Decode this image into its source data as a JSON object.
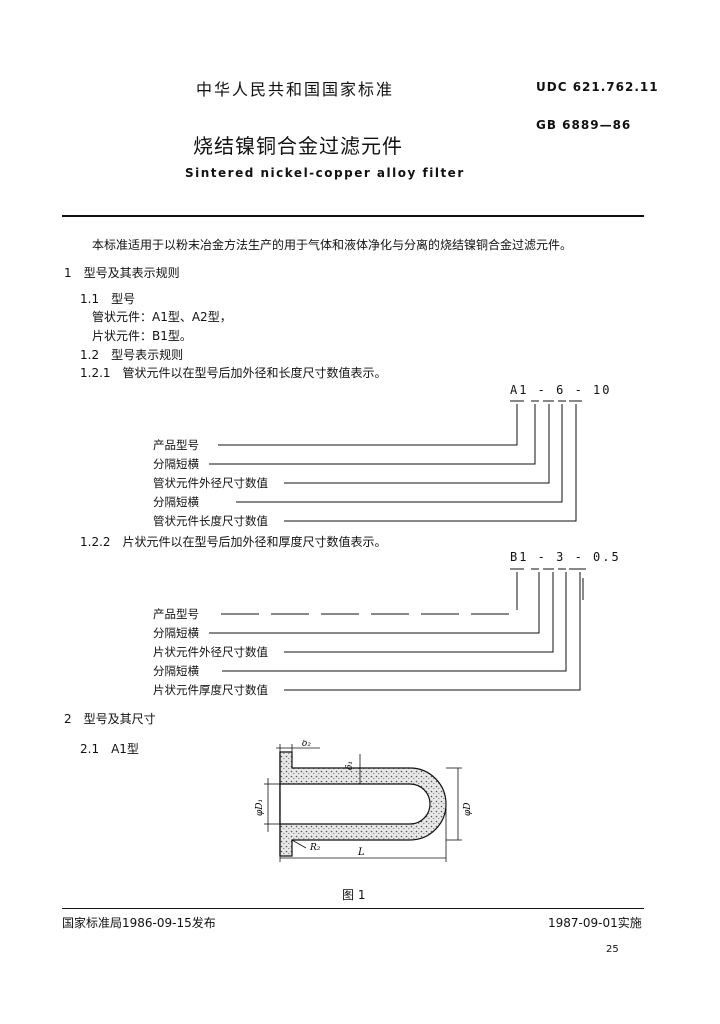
{
  "header": {
    "standard_org": "中华人民共和国国家标准",
    "udc": "UDC 621.762.11",
    "gb": "GB 6889—86",
    "title_cn": "烧结镍铜合金过滤元件",
    "title_en": "Sintered nickel-copper alloy filter"
  },
  "intro": "本标准适用于以粉末冶金方法生产的用于气体和液体净化与分离的烧结镍铜合金过滤元件。",
  "sections": {
    "s1": "1　型号及其表示规则",
    "s1_1": "1.1　型号",
    "s1_1_a": "管状元件：A1型、A2型，",
    "s1_1_b": "片状元件：B1型。",
    "s1_2": "1.2　型号表示规则",
    "s1_2_1": "1.2.1　管状元件以在型号后加外径和长度尺寸数值表示。",
    "s1_2_2": "1.2.2　片状元件以在型号后加外径和厚度尺寸数值表示。",
    "s2": "2　型号及其尺寸",
    "s2_1": "2.1　A1型"
  },
  "code_a": {
    "code": "A1 - 6 - 10",
    "labels": [
      "产品型号",
      "分隔短横",
      "管状元件外径尺寸数值",
      "分隔短横",
      "管状元件长度尺寸数值"
    ]
  },
  "code_b": {
    "code": "B1 - 3 - 0.5",
    "labels": [
      "产品型号",
      "分隔短横",
      "片状元件外径尺寸数值",
      "分隔短横",
      "片状元件厚度尺寸数值"
    ]
  },
  "figure": {
    "dims": {
      "delta2": "δ₂",
      "delta1": "δ₁",
      "D1": "φD₁",
      "D": "φD",
      "R2": "R₂",
      "L": "L"
    },
    "caption": "图 1"
  },
  "footer": {
    "issued": "国家标准局1986-09-15发布",
    "effective": "1987-09-01实施",
    "page": "25"
  }
}
